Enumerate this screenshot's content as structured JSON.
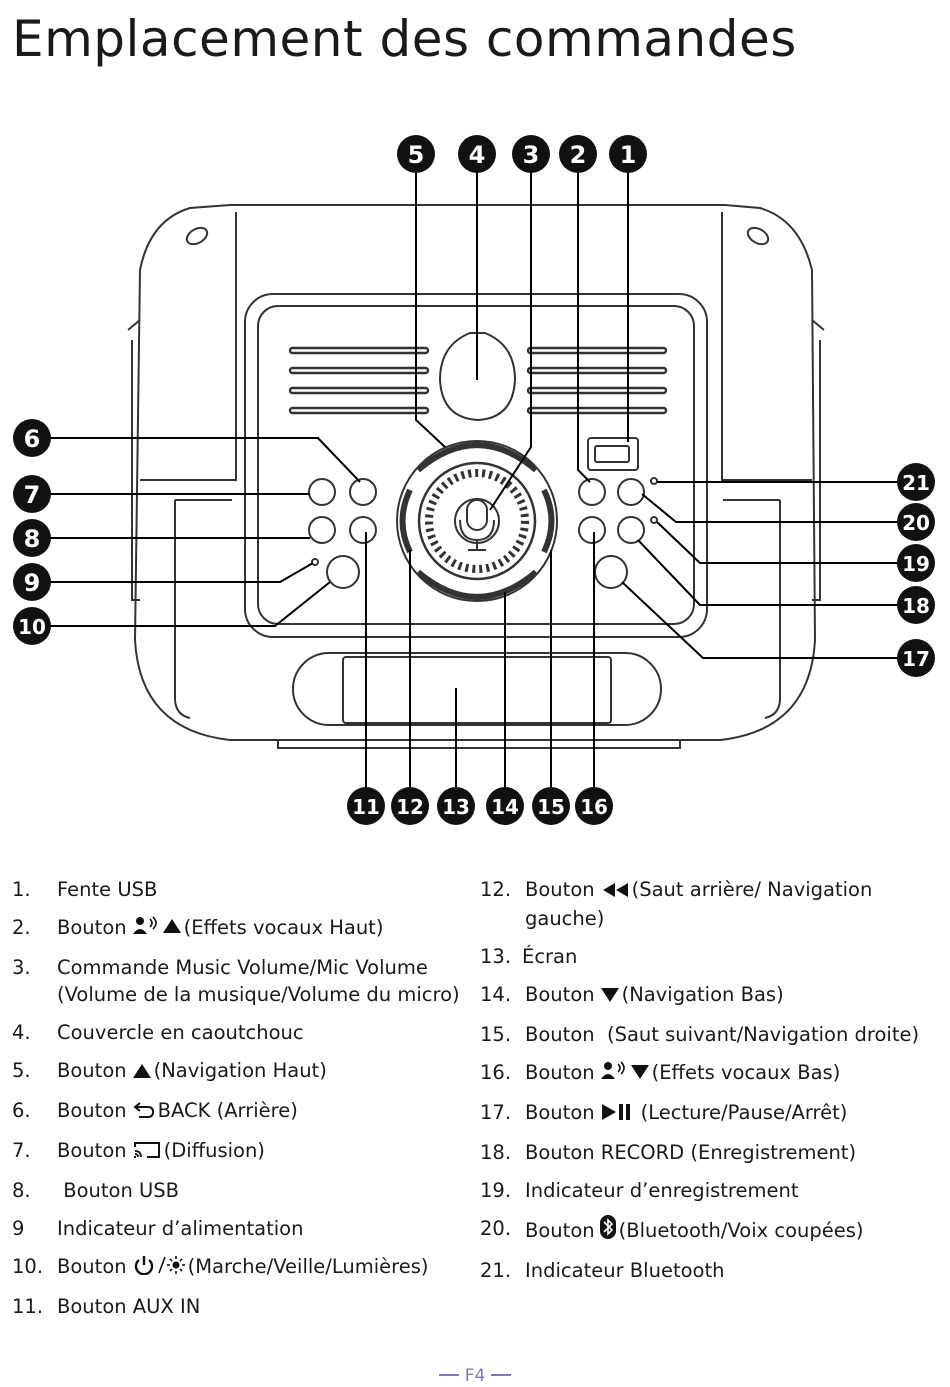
{
  "title": "Emplacement des commandes",
  "callouts": [
    "1",
    "2",
    "3",
    "4",
    "5",
    "6",
    "7",
    "8",
    "9",
    "10",
    "11",
    "12",
    "13",
    "14",
    "15",
    "16",
    "17",
    "18",
    "19",
    "20",
    "21"
  ],
  "items_left": [
    {
      "num": "1.",
      "text": "Fente USB"
    },
    {
      "num": "2.",
      "pre": "Bouton",
      "icon": "voice-effects-up-icon",
      "post": "(Effets vocaux Haut)"
    },
    {
      "num": "3.",
      "text": "Commande Music Volume/Mic Volume (Volume de la musique/Volume du micro)"
    },
    {
      "num": "4.",
      "text": "Couvercle en caoutchouc"
    },
    {
      "num": "5.",
      "pre": "Bouton",
      "icon": "up-arrow-icon",
      "post": "(Navigation Haut)"
    },
    {
      "num": "6.",
      "pre": "Bouton",
      "icon": "back-icon",
      "post": "BACK (Arrière)"
    },
    {
      "num": "7.",
      "pre": "Bouton",
      "icon": "cast-icon",
      "post": "(Diffusion)"
    },
    {
      "num": "8.",
      "text": " Bouton USB"
    },
    {
      "num": "9",
      "text": "Indicateur d’alimentation"
    },
    {
      "num": "10.",
      "pre": "Bouton",
      "icon": "power-light-icon",
      "post": "(Marche/Veille/Lumières)"
    },
    {
      "num": "11.",
      "text": "Bouton AUX IN"
    }
  ],
  "items_right": [
    {
      "num": "12.",
      "pre": "Bouton",
      "icon": "rewind-icon",
      "post": "(Saut arrière/ Navigation gauche)"
    },
    {
      "num": "13.",
      "text": "Écran"
    },
    {
      "num": "14.",
      "pre": "Bouton",
      "icon": "down-arrow-icon",
      "post": "(Navigation Bas)"
    },
    {
      "num": "15.",
      "text": "Bouton  (Saut suivant/Navigation droite)"
    },
    {
      "num": "16.",
      "pre": "Bouton",
      "icon": "voice-effects-down-icon",
      "post": "(Effets vocaux Bas)"
    },
    {
      "num": "17.",
      "pre": "Bouton",
      "icon": "play-pause-icon",
      "post": "(Lecture/Pause/Arrêt)"
    },
    {
      "num": "18.",
      "text": "Bouton RECORD (Enregistrement)"
    },
    {
      "num": "19.",
      "text": "Indicateur d’enregistrement"
    },
    {
      "num": "20.",
      "pre": "Bouton",
      "icon": "bluetooth-icon",
      "post": "(Bluetooth/Voix coupées)"
    },
    {
      "num": "21.",
      "text": "Indicateur Bluetooth"
    }
  ],
  "footer": "F4"
}
